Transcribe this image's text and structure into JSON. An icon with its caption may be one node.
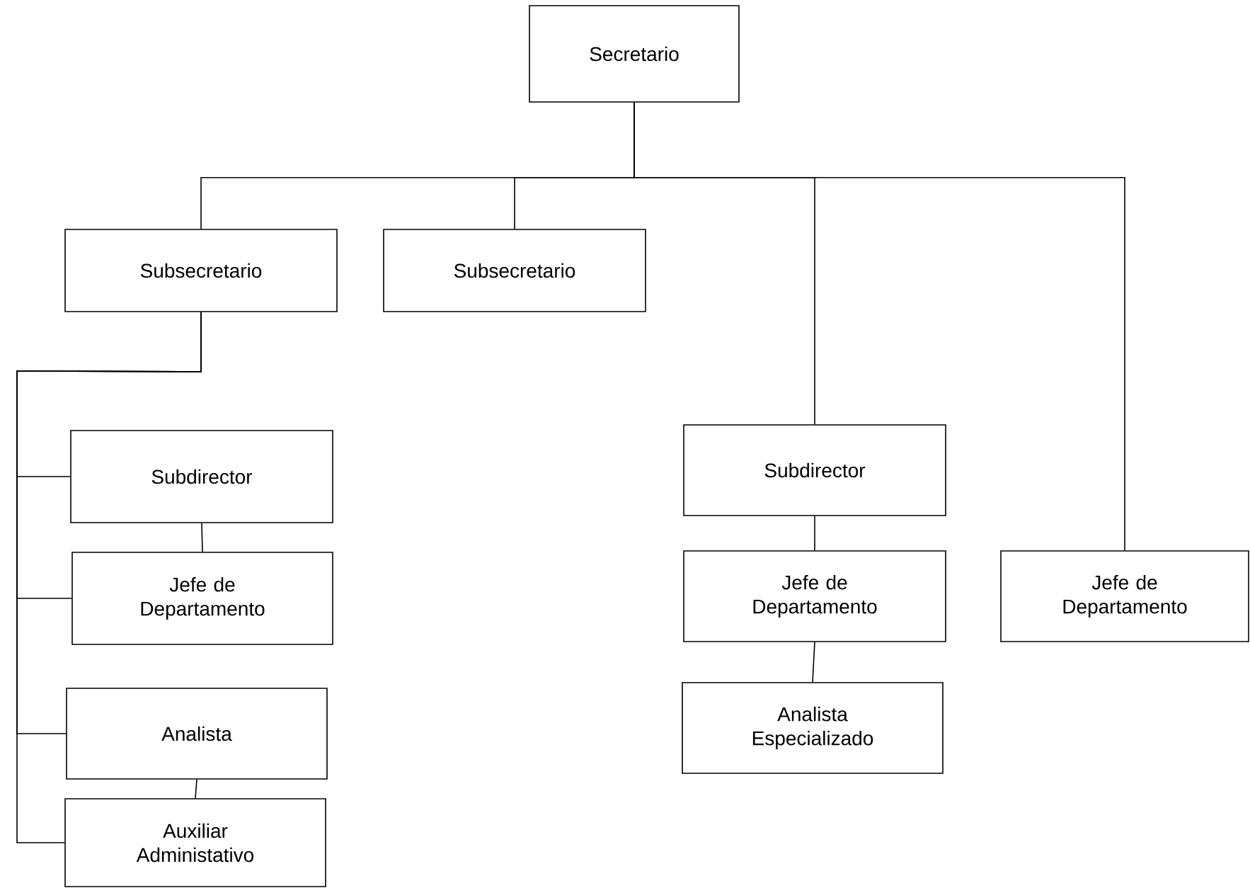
{
  "diagram": {
    "nodes": [
      {
        "text": [
          "Secretario"
        ]
      },
      {
        "text": [
          "Subsecretario"
        ]
      },
      {
        "text": [
          "Subsecretario"
        ]
      },
      {
        "text": [
          "Subdirector"
        ]
      },
      {
        "text": [
          "Jefe de Departamento"
        ]
      },
      {
        "text": [
          "Analista"
        ]
      },
      {
        "text": [
          "Auxiliar Administativo"
        ]
      },
      {
        "text": [
          "Subdirector"
        ]
      },
      {
        "text": [
          "Jefe de Departamento"
        ]
      },
      {
        "text": [
          "Analista Especializado"
        ]
      },
      {
        "text": [
          "Jefe de Departamento"
        ]
      }
    ],
    "edges": [
      {
        "from": 0,
        "to": 1,
        "arrow": "none"
      },
      {
        "from": 0,
        "to": 2,
        "arrow": "none"
      },
      {
        "from": 0,
        "to": 7,
        "arrow": "none"
      },
      {
        "from": 0,
        "to": 10,
        "arrow": "none"
      },
      {
        "from": 1,
        "to": 3,
        "arrow": "none"
      },
      {
        "from": 1,
        "to": 4,
        "arrow": "none"
      },
      {
        "from": 1,
        "to": 5,
        "arrow": "none"
      },
      {
        "from": 1,
        "to": 6,
        "arrow": "none"
      },
      {
        "from": 3,
        "to": 4,
        "arrow": "none"
      },
      {
        "from": 5,
        "to": 6,
        "arrow": "none"
      },
      {
        "from": 7,
        "to": 8,
        "arrow": "none"
      },
      {
        "from": 8,
        "to": 9,
        "arrow": "none"
      }
    ]
  }
}
